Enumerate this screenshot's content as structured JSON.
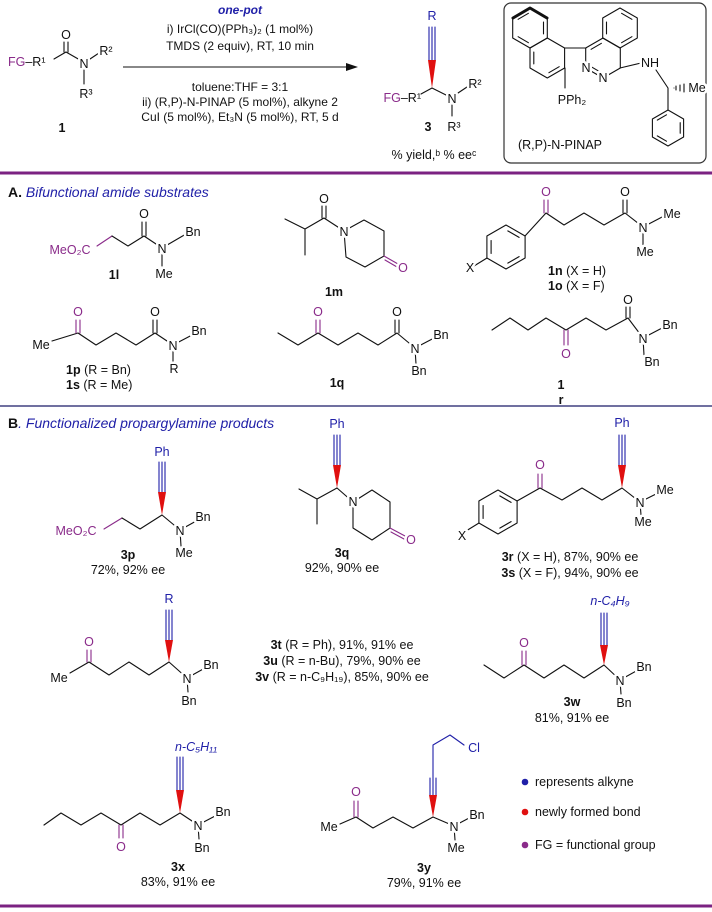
{
  "colors": {
    "fg": "#8a2b8a",
    "alkyne": "#2020a8",
    "new_bond": "#e01010",
    "rule_top": "#7b2282",
    "rule_mid": "#7070a0"
  },
  "scheme": {
    "substrate": {
      "fg": "FG",
      "r1": "–R¹",
      "o": "O",
      "n": "N",
      "r2": "R²",
      "r3": "R³",
      "label": "1"
    },
    "conditions": {
      "header": "one-pot",
      "line1": "i) IrCl(CO)(PPh₃)₂ (1 mol%)",
      "line2": "TMDS (2 equiv), RT, 10 min",
      "line3": "toluene:THF = 3:1",
      "line4": "ii) (R,P)-N-PINAP (5 mol%), alkyne 2",
      "line5": "CuI (5 mol%), Et₃N (5 mol%), RT, 5 d"
    },
    "product": {
      "r": "R",
      "fg": "FG",
      "r1": "–R¹",
      "n": "N",
      "r2": "R²",
      "r3": "R³",
      "label": "3",
      "yield_note": "% yield,ᵇ % eeᶜ"
    },
    "ligand": {
      "nh": "NH",
      "n1": "N",
      "n2": "N",
      "me": "Me",
      "pph2": "PPh₂",
      "name": "(R,P)-N-PINAP"
    }
  },
  "section_a": {
    "letter": "A.",
    "title": "Bifunctional amide substrates",
    "c1l": {
      "group": "MeO₂C",
      "o": "O",
      "n": "N",
      "bn": "Bn",
      "me": "Me",
      "label": "1l"
    },
    "c1m": {
      "o1": "O",
      "n": "N",
      "o2": "O",
      "label": "1m"
    },
    "c1n": {
      "x": "X",
      "o1": "O",
      "o2": "O",
      "n": "N",
      "me1": "Me",
      "me2": "Me",
      "label_n": "1n",
      "note_n": "(X = H)",
      "label_o": "1o",
      "note_o": "(X = F)"
    },
    "c1p": {
      "me": "Me",
      "o1": "O",
      "o2": "O",
      "n": "N",
      "bn": "Bn",
      "r": "R",
      "label_p": "1p",
      "note_p": "(R = Bn)",
      "label_s": "1s",
      "note_s": "(R = Me)"
    },
    "c1q": {
      "o1": "O",
      "o2": "O",
      "n": "N",
      "bn1": "Bn",
      "bn2": "Bn",
      "label": "1q"
    },
    "c1r": {
      "o1": "O",
      "o2": "O",
      "n": "N",
      "bn1": "Bn",
      "bn2": "Bn",
      "label_a": "1",
      "label_b": "r"
    }
  },
  "section_b": {
    "letter": "B",
    "title": ". Functionalized propargylamine products",
    "p3p": {
      "ph": "Ph",
      "group": "MeO₂C",
      "n": "N",
      "bn": "Bn",
      "me": "Me",
      "label": "3p",
      "yield": "72%, 92% ee"
    },
    "p3q": {
      "ph": "Ph",
      "n": "N",
      "o": "O",
      "label": "3q",
      "yield": "92%, 90% ee"
    },
    "p3r": {
      "ph": "Ph",
      "o": "O",
      "x": "X",
      "n": "N",
      "me1": "Me",
      "me2": "Me",
      "label_r": "3r",
      "note_r": "(X = H), 87%, 90% ee",
      "label_s": "3s",
      "note_s": "(X = F), 94%, 90% ee"
    },
    "p3t": {
      "r": "R",
      "o": "O",
      "me": "Me",
      "n": "N",
      "bn1": "Bn",
      "bn2": "Bn"
    },
    "p3tuv_notes": [
      {
        "label": "3t",
        "note": "(R = Ph), 91%, 91% ee"
      },
      {
        "label": "3u",
        "note": "(R = n-Bu), 79%, 90% ee"
      },
      {
        "label": "3v",
        "note": "(R = n-C₉H₁₉), 85%, 90% ee"
      }
    ],
    "p3w": {
      "r": "n-C₄H₉",
      "o": "O",
      "n": "N",
      "bn1": "Bn",
      "bn2": "Bn",
      "label": "3w",
      "yield": "81%, 91% ee"
    },
    "p3x": {
      "r": "n-C₅H₁₁",
      "o": "O",
      "n": "N",
      "bn1": "Bn",
      "bn2": "Bn",
      "label": "3x",
      "yield": "83%, 91% ee"
    },
    "p3y": {
      "cl": "Cl",
      "o": "O",
      "me1": "Me",
      "n": "N",
      "bn": "Bn",
      "me2": "Me",
      "label": "3y",
      "yield": "79%, 91% ee"
    },
    "legend": [
      {
        "text": "represents alkyne",
        "color_key": "alkyne"
      },
      {
        "text": "newly formed bond",
        "color_key": "new_bond"
      },
      {
        "text": "FG = functional group",
        "color_key": "fg"
      }
    ]
  }
}
